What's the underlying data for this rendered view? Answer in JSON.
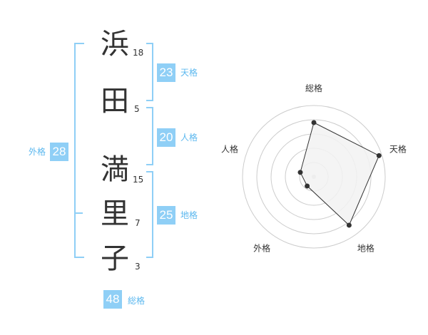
{
  "name": {
    "chars": [
      {
        "char": "浜",
        "strokes": 18
      },
      {
        "char": "田",
        "strokes": 5
      },
      {
        "char": "満",
        "strokes": 15
      },
      {
        "char": "里",
        "strokes": 7
      },
      {
        "char": "子",
        "strokes": 3
      }
    ]
  },
  "fortunes": {
    "tenkaku": {
      "label": "天格",
      "value": 23
    },
    "jinkaku": {
      "label": "人格",
      "value": 20
    },
    "chikaku": {
      "label": "地格",
      "value": 25
    },
    "gaikaku": {
      "label": "外格",
      "value": 28
    },
    "soukaku": {
      "label": "総格",
      "value": 48
    }
  },
  "colors": {
    "accent": "#8fcff6",
    "accent_text": "#5cb8ef",
    "text": "#333333"
  },
  "chart_data": {
    "type": "radar",
    "axes": [
      "総格",
      "天格",
      "地格",
      "外格",
      "人格"
    ],
    "values": [
      3.8,
      4.8,
      4.2,
      0.8,
      1.0
    ],
    "range": [
      0,
      5
    ],
    "rings": 5
  }
}
